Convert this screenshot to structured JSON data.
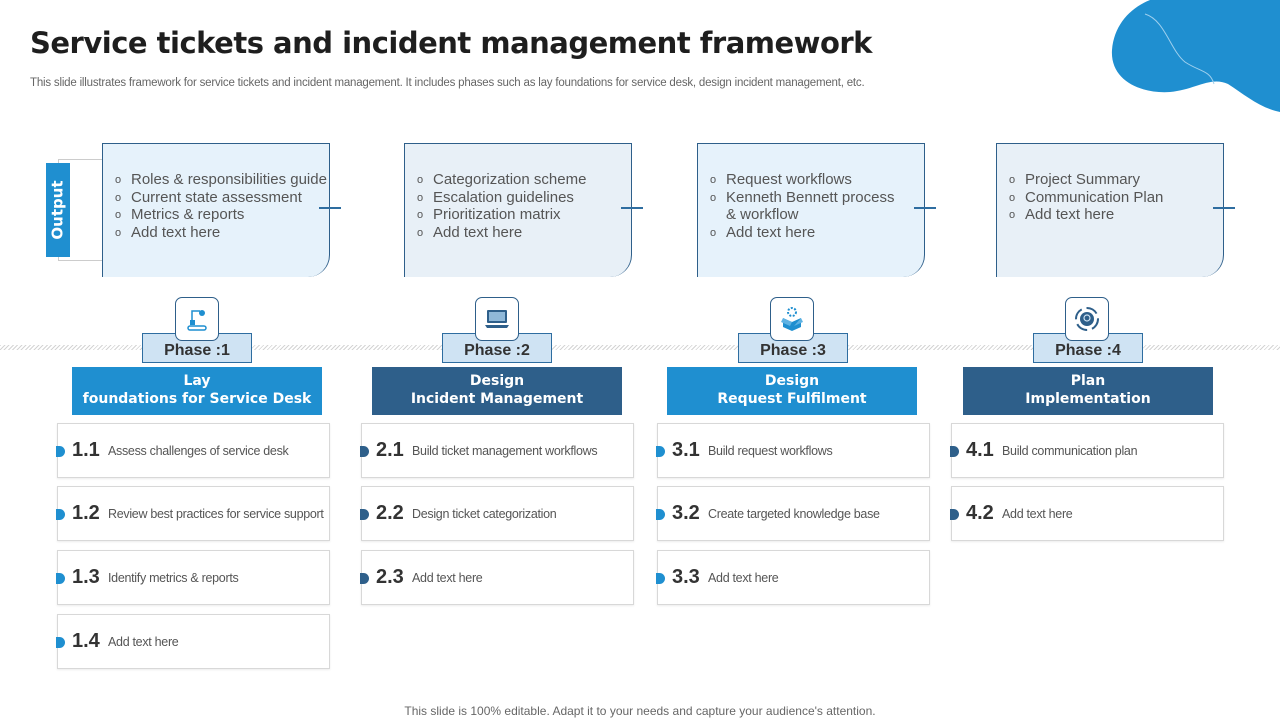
{
  "title": "Service tickets and incident management framework",
  "subtitle": "This slide illustrates framework for service tickets and incident management. It includes phases such as lay foundations for service desk, design incident management, etc.",
  "output_label": "Output",
  "colors": {
    "light_blue": "#1f8fd0",
    "dark_blue": "#2e5f8a"
  },
  "phases": [
    {
      "phase": "Phase :1",
      "title1": "Lay",
      "title2": "foundations for Service Desk",
      "icon": "conveyor-robot-arm-icon",
      "color": "#1f8fd0",
      "box_bg": "#e6f2fb",
      "outputs": [
        "Roles & responsibilities guide",
        "Current state assessment",
        "Metrics & reports",
        "Add text here"
      ],
      "tasks": [
        {
          "num": "1.1",
          "text": "Assess challenges of service desk"
        },
        {
          "num": "1.2",
          "text": "Review best practices for service support"
        },
        {
          "num": "1.3",
          "text": "Identify metrics & reports"
        },
        {
          "num": "1.4",
          "text": "Add text here"
        }
      ]
    },
    {
      "phase": "Phase :2",
      "title1": "Design",
      "title2": "Incident Management",
      "icon": "laptop-icon",
      "color": "#2e5f8a",
      "box_bg": "#e8f0f7",
      "outputs": [
        "Categorization scheme",
        "Escalation guidelines",
        "Prioritization matrix",
        "Add text here"
      ],
      "tasks": [
        {
          "num": "2.1",
          "text": "Build ticket management workflows"
        },
        {
          "num": "2.2",
          "text": "Design ticket categorization"
        },
        {
          "num": "2.3",
          "text": "Add text here"
        }
      ]
    },
    {
      "phase": "Phase :3",
      "title1": "Design",
      "title2": "Request Fulfilment",
      "icon": "gear-box-icon",
      "color": "#1f8fd0",
      "box_bg": "#e6f2fb",
      "outputs": [
        "Request workflows",
        "Kenneth Bennett process",
        "& workflow",
        "Add text here"
      ],
      "tasks": [
        {
          "num": "3.1",
          "text": "Build request  workflows"
        },
        {
          "num": "3.2",
          "text": "Create targeted knowledge base"
        },
        {
          "num": "3.3",
          "text": "Add text here"
        }
      ]
    },
    {
      "phase": "Phase :4",
      "title1": "Plan",
      "title2": "Implementation",
      "icon": "cycle-lightbulb-icon",
      "color": "#2e5f8a",
      "box_bg": "#e8f0f7",
      "outputs": [
        "Project Summary",
        "Communication Plan",
        "Add text here"
      ],
      "tasks": [
        {
          "num": "4.1",
          "text": "Build communication plan"
        },
        {
          "num": "4.2",
          "text": "Add text here"
        }
      ]
    }
  ],
  "footer": "This slide is 100% editable. Adapt it to your needs and capture your audience's attention."
}
